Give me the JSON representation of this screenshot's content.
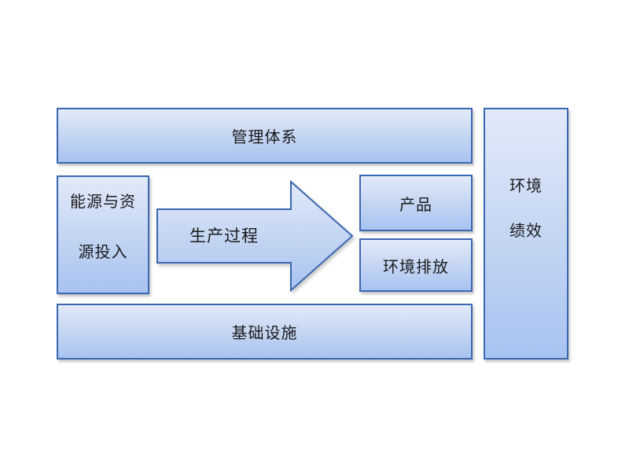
{
  "diagram": {
    "management": {
      "label": "管理体系"
    },
    "input": {
      "line1": "能源与资",
      "line2": "源投入"
    },
    "process": {
      "label": "生产过程"
    },
    "product": {
      "label": "产品"
    },
    "emission": {
      "label": "环境排放"
    },
    "infrastructure": {
      "label": "基础设施"
    },
    "performance": {
      "line1": "环境",
      "line2": "绩效"
    },
    "colors": {
      "background": "#ffffff",
      "fill_top": "#e2eafa",
      "fill_mid": "#c8d8f3",
      "fill_bottom": "#a8c3f1",
      "border": "#3a67b1",
      "text": "#1a1a1a"
    }
  }
}
